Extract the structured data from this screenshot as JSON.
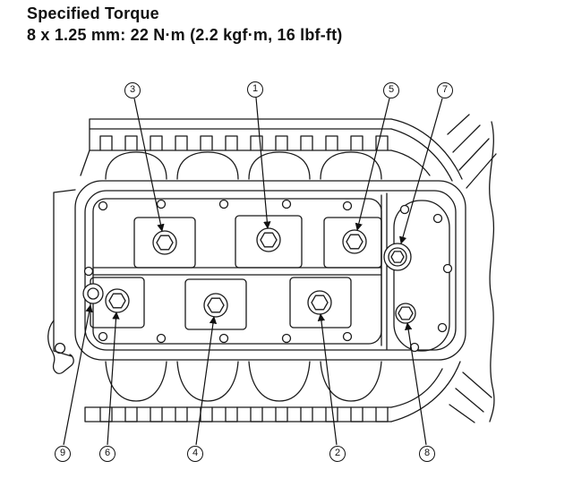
{
  "header": {
    "title": "Specified Torque",
    "spec": "8 x 1.25 mm: 22 N·m (2.2 kgf·m, 16 lbf-ft)"
  },
  "callouts": {
    "top": [
      "3",
      "1",
      "5",
      "7"
    ],
    "bottom": [
      "9",
      "6",
      "4",
      "2",
      "8"
    ]
  }
}
